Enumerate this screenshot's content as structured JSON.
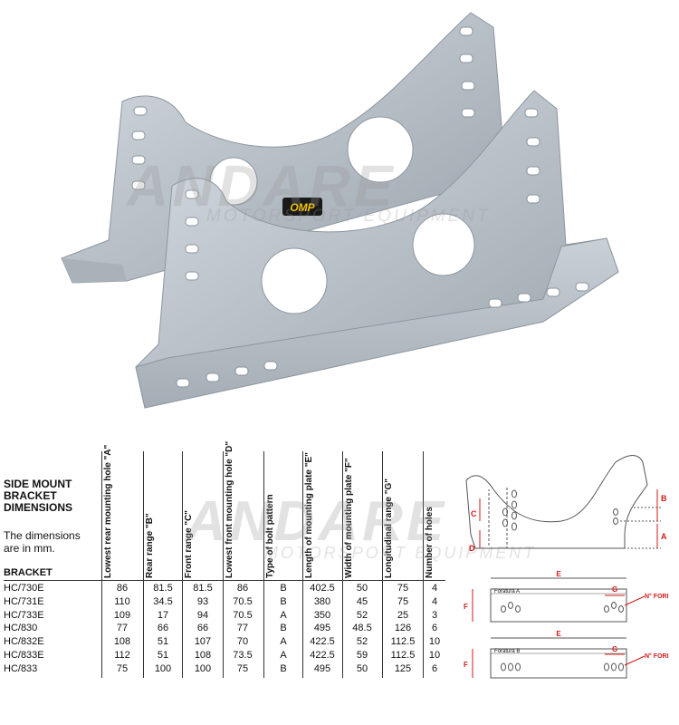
{
  "logo_text": "OMP",
  "watermark": {
    "main": "ANDARE",
    "sub": "MOTORSPORT EQUIPMENT"
  },
  "title": "SIDE MOUNT BRACKET DIMENSIONS",
  "note": "The dimensions are in mm.",
  "bracket_label": "BRACKET",
  "table": {
    "headers": [
      "Lowest rear mounting hole \"A\"",
      "Rear range \"B\"",
      "Front range \"C\"",
      "Lowest front mounting hole \"D\"",
      "Type of bolt pattern",
      "Length of mounting plate \"E\"",
      "Width of mounting plate \"F\"",
      "Longitudinal range \"G\"",
      "Number of holes"
    ],
    "rows": [
      [
        "HC/730E",
        "86",
        "81.5",
        "81.5",
        "86",
        "B",
        "402.5",
        "50",
        "75",
        "4"
      ],
      [
        "HC/731E",
        "110",
        "34.5",
        "93",
        "70.5",
        "B",
        "380",
        "45",
        "75",
        "4"
      ],
      [
        "HC/733E",
        "109",
        "17",
        "94",
        "70.5",
        "A",
        "350",
        "52",
        "25",
        "3"
      ],
      [
        "HC/830",
        "77",
        "66",
        "66",
        "77",
        "B",
        "495",
        "48.5",
        "126",
        "6"
      ],
      [
        "HC/832E",
        "108",
        "51",
        "107",
        "70",
        "A",
        "422.5",
        "52",
        "112.5",
        "10"
      ],
      [
        "HC/833E",
        "112",
        "51",
        "108",
        "73.5",
        "A",
        "422.5",
        "59",
        "112.5",
        "10"
      ],
      [
        "HC/833",
        "75",
        "100",
        "100",
        "75",
        "B",
        "495",
        "50",
        "125",
        "6"
      ]
    ]
  },
  "diagram": {
    "labels": {
      "A": "A",
      "B": "B",
      "C": "C",
      "D": "D",
      "E": "E",
      "F": "F",
      "G": "G"
    },
    "foratura_a": "Foratura A",
    "foratura_b": "Foratura B",
    "n_fori": "N° FORI"
  },
  "colors": {
    "metal": "#b9c1c9",
    "metal_dark": "#8b949c",
    "annotation": "#d21a1a",
    "logo_bg": "#1a1a1a",
    "logo_text": "#f2c200"
  }
}
